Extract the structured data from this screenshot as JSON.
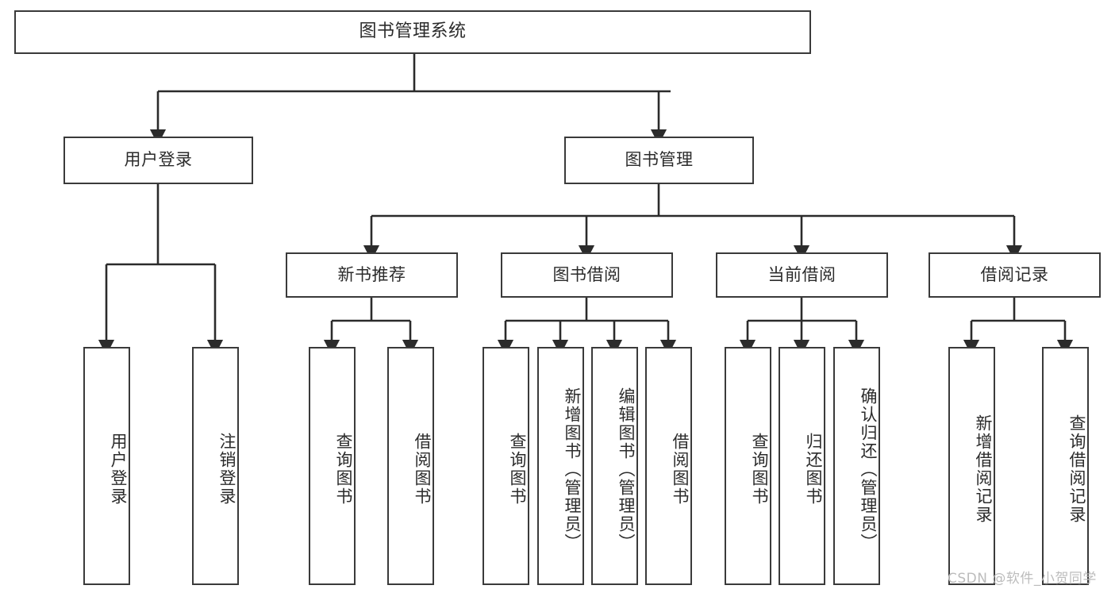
{
  "diagram": {
    "title": "图书管理系统",
    "type": "hierarchy-tree",
    "colors": {
      "node_border": "#3a3a3a",
      "node_fill": "#ffffff",
      "edge": "#2b2b2b",
      "text": "#2b2b2b",
      "watermark": "#bcbcbc",
      "background": "#ffffff"
    },
    "watermark": "CSDN @软件_小贺同学",
    "nodes": {
      "root": {
        "label": "图书管理系统",
        "level": 1,
        "orientation": "horizontal"
      },
      "l2_user_login": {
        "label": "用户登录",
        "level": 2,
        "orientation": "horizontal"
      },
      "l2_book_manage": {
        "label": "图书管理",
        "level": 2,
        "orientation": "horizontal"
      },
      "l3_new_book_rec": {
        "label": "新书推荐",
        "level": 3,
        "orientation": "horizontal"
      },
      "l3_book_borrow": {
        "label": "图书借阅",
        "level": 3,
        "orientation": "horizontal"
      },
      "l3_current_borrow": {
        "label": "当前借阅",
        "level": 3,
        "orientation": "horizontal"
      },
      "l3_borrow_record": {
        "label": "借阅记录",
        "level": 3,
        "orientation": "horizontal"
      },
      "leaf_user_login": {
        "label": "用户登录",
        "level": 4,
        "orientation": "vertical"
      },
      "leaf_logout": {
        "label": "注销登录",
        "level": 4,
        "orientation": "vertical"
      },
      "leaf_query_book_1": {
        "label": "查询图书",
        "level": 4,
        "orientation": "vertical"
      },
      "leaf_borrow_book_1": {
        "label": "借阅图书",
        "level": 4,
        "orientation": "vertical"
      },
      "leaf_query_book_2": {
        "label": "查询图书",
        "level": 4,
        "orientation": "vertical"
      },
      "leaf_add_book": {
        "label": "新增图书（管理员）",
        "level": 4,
        "orientation": "vertical"
      },
      "leaf_edit_book": {
        "label": "编辑图书（管理员）",
        "level": 4,
        "orientation": "vertical"
      },
      "leaf_borrow_book_2": {
        "label": "借阅图书",
        "level": 4,
        "orientation": "vertical"
      },
      "leaf_query_book_3": {
        "label": "查询图书",
        "level": 4,
        "orientation": "vertical"
      },
      "leaf_return_book": {
        "label": "归还图书",
        "level": 4,
        "orientation": "vertical"
      },
      "leaf_confirm_return": {
        "label": "确认归还（管理员）",
        "level": 4,
        "orientation": "vertical"
      },
      "leaf_add_record": {
        "label": "新增借阅记录",
        "level": 4,
        "orientation": "vertical"
      },
      "leaf_query_record": {
        "label": "查询借阅记录",
        "level": 4,
        "orientation": "vertical"
      }
    },
    "edges": [
      {
        "from": "root",
        "to": "l2_user_login"
      },
      {
        "from": "root",
        "to": "l2_book_manage"
      },
      {
        "from": "l2_user_login",
        "to": "leaf_user_login"
      },
      {
        "from": "l2_user_login",
        "to": "leaf_logout"
      },
      {
        "from": "l2_book_manage",
        "to": "l3_new_book_rec"
      },
      {
        "from": "l2_book_manage",
        "to": "l3_book_borrow"
      },
      {
        "from": "l2_book_manage",
        "to": "l3_current_borrow"
      },
      {
        "from": "l2_book_manage",
        "to": "l3_borrow_record"
      },
      {
        "from": "l3_new_book_rec",
        "to": "leaf_query_book_1"
      },
      {
        "from": "l3_new_book_rec",
        "to": "leaf_borrow_book_1"
      },
      {
        "from": "l3_book_borrow",
        "to": "leaf_query_book_2"
      },
      {
        "from": "l3_book_borrow",
        "to": "leaf_add_book"
      },
      {
        "from": "l3_book_borrow",
        "to": "leaf_edit_book"
      },
      {
        "from": "l3_book_borrow",
        "to": "leaf_borrow_book_2"
      },
      {
        "from": "l3_current_borrow",
        "to": "leaf_query_book_3"
      },
      {
        "from": "l3_current_borrow",
        "to": "leaf_return_book"
      },
      {
        "from": "l3_current_borrow",
        "to": "leaf_confirm_return"
      },
      {
        "from": "l3_borrow_record",
        "to": "leaf_add_record"
      },
      {
        "from": "l3_borrow_record",
        "to": "leaf_query_record"
      }
    ]
  }
}
